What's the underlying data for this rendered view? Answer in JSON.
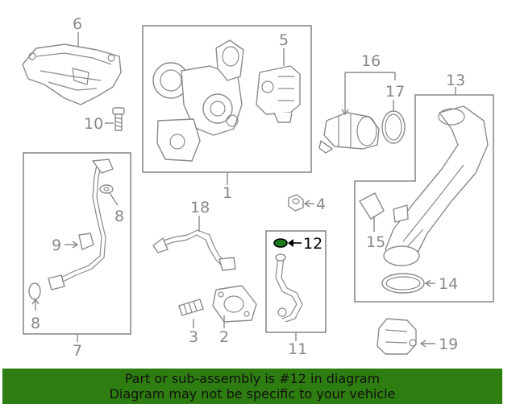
{
  "diagram": {
    "callouts": {
      "c1": "1",
      "c2": "2",
      "c3": "3",
      "c4": "4",
      "c5": "5",
      "c6": "6",
      "c7": "7",
      "c8a": "8",
      "c8b": "8",
      "c9": "9",
      "c10": "10",
      "c11": "11",
      "c12": "12",
      "c13": "13",
      "c14": "14",
      "c15": "15",
      "c16": "16",
      "c17": "17",
      "c18": "18",
      "c19": "19"
    },
    "highlight_color": "#1a7a1a"
  },
  "footer": {
    "line1": "Part or sub-assembly is #12 in diagram",
    "line2": "Diagram may not be specific to your vehicle",
    "background": "#2e7d11"
  }
}
